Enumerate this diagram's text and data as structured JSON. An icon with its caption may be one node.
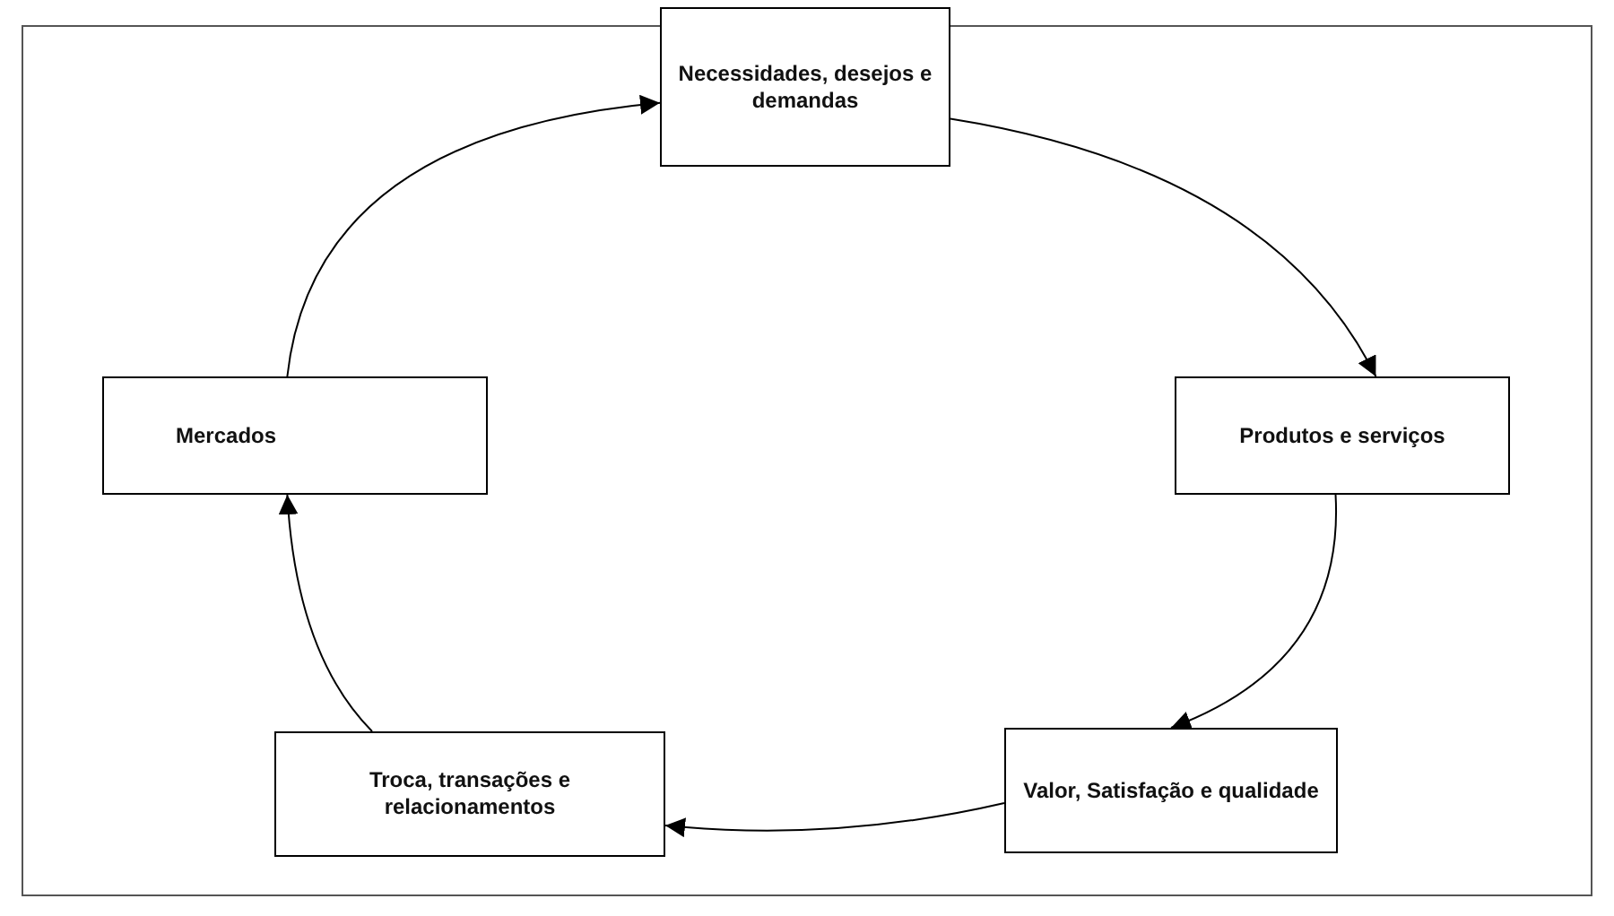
{
  "diagram": {
    "nodes": [
      {
        "text": [
          "Necessidades, desejos e demandas"
        ]
      },
      {
        "text": [
          "Produtos e serviços"
        ]
      },
      {
        "text": [
          "Valor, Satisfação e qualidade"
        ]
      },
      {
        "text": [
          "Troca, transações e relacionamentos"
        ]
      },
      {
        "text": [
          "Mercados"
        ]
      }
    ],
    "edges": [
      {
        "from": 0,
        "to": 1,
        "arrow": "to"
      },
      {
        "from": 1,
        "to": 2,
        "arrow": "to"
      },
      {
        "from": 2,
        "to": 3,
        "arrow": "to"
      },
      {
        "from": 3,
        "to": 4,
        "arrow": "to"
      },
      {
        "from": 4,
        "to": 0,
        "arrow": "to"
      }
    ]
  }
}
